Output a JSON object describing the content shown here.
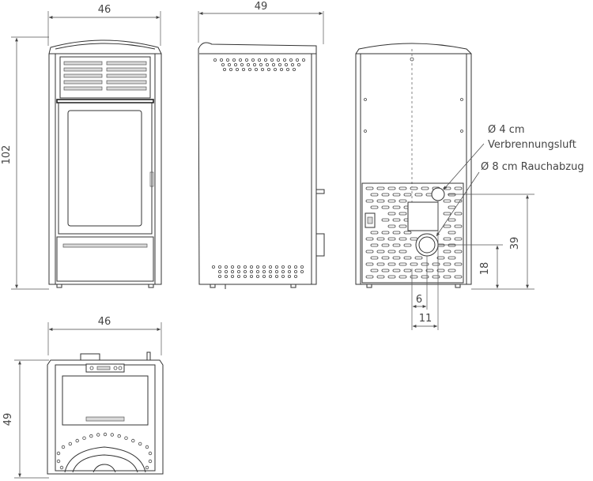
{
  "dimensions": {
    "front_width": "46",
    "side_depth": "49",
    "height": "102",
    "top_width": "46",
    "top_depth": "49",
    "rear_intake_height": "39",
    "rear_flue_height": "18",
    "rear_intake_offset": "11",
    "rear_flue_offset": "6"
  },
  "annotations": {
    "intake_diameter": "Ø 4 cm",
    "intake_name": "Verbrennungsluft",
    "flue_label": "Ø 8 cm Rauchabzug"
  }
}
